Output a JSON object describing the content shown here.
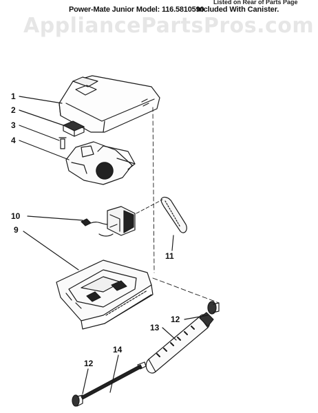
{
  "header": {
    "top_clipped_text": "Listed on Rear of Parts Page",
    "model_line": "Power-Mate Junior Model: 116.5810590",
    "note": "Included With Canister."
  },
  "watermark": "AppliancePartsPros.com",
  "callouts": [
    {
      "id": "1",
      "label": "1"
    },
    {
      "id": "2",
      "label": "2"
    },
    {
      "id": "3",
      "label": "3"
    },
    {
      "id": "4",
      "label": "4"
    },
    {
      "id": "10",
      "label": "10"
    },
    {
      "id": "9",
      "label": "9"
    },
    {
      "id": "11",
      "label": "11"
    },
    {
      "id": "12a",
      "label": "12"
    },
    {
      "id": "13",
      "label": "13"
    },
    {
      "id": "14",
      "label": "14"
    },
    {
      "id": "12b",
      "label": "12"
    }
  ],
  "colors": {
    "ink": "#1a1a1a",
    "background": "#ffffff",
    "watermark": "#d2d2d2"
  }
}
